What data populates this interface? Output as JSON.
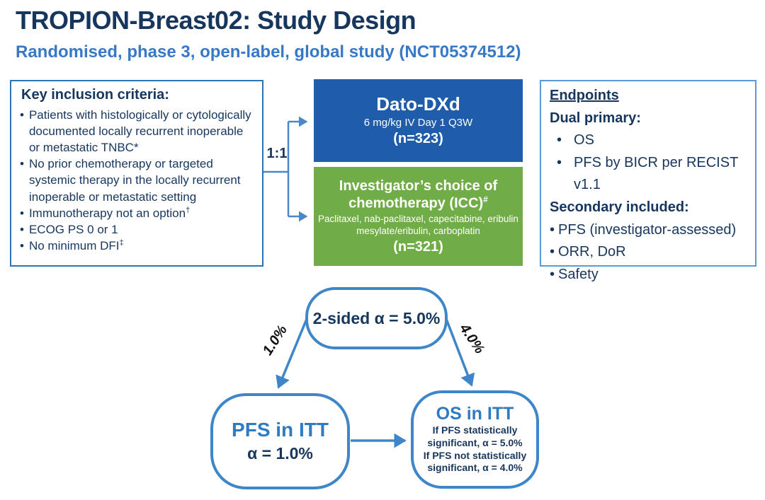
{
  "slide": {
    "title": "TROPION-Breast02: Study Design",
    "subtitle": "Randomised, phase 3, open-label, global study (NCT05374512)"
  },
  "inclusion": {
    "heading": "Key inclusion criteria:",
    "bullet": "•",
    "items": [
      {
        "text": "Patients with histologically or cytologically documented locally recurrent inoperable or metastatic TNBC*",
        "sup": ""
      },
      {
        "text": "No prior chemotherapy or targeted systemic therapy in the locally recurrent inoperable or metastatic setting",
        "sup": ""
      },
      {
        "text": "Immunotherapy not an option",
        "sup": "†"
      },
      {
        "text": "ECOG PS 0 or 1",
        "sup": ""
      },
      {
        "text": "No minimum DFI",
        "sup": "‡"
      }
    ]
  },
  "randomisation": {
    "ratio_label": "1:1"
  },
  "arms": {
    "dato": {
      "name": "Dato-DXd",
      "dose": "6 mg/kg IV Day 1 Q3W",
      "n": "(n=323)",
      "fill_color": "#1F5CA9"
    },
    "icc": {
      "name": "Investigator’s choice of chemotherapy (ICC)",
      "name_sup": "#",
      "drugs": "Paclitaxel, nab-paclitaxel, capecitabine, eribulin mesylate/eribulin, carboplatin",
      "n": "(n=321)",
      "fill_color": "#70AD47"
    }
  },
  "endpoints": {
    "heading": "Endpoints",
    "bullet": "•",
    "dual_primary_heading": "Dual primary:",
    "dual_primary_items": [
      "OS",
      "PFS by BICR per RECIST v1.1"
    ],
    "secondary_heading": "Secondary included:",
    "secondary_items": [
      "PFS (investigator-assessed)",
      "ORR, DoR",
      "Safety"
    ]
  },
  "alpha_diagram": {
    "top_box_label": "2-sided α = 5.0%",
    "left_arrow_label": "1.0%",
    "right_arrow_label": "4.0%",
    "pfs_box": {
      "title": "PFS in ITT",
      "alpha": "α = 1.0%"
    },
    "os_box": {
      "title": "OS in ITT",
      "line1": "If PFS statistically significant, α = 5.0%",
      "line2": "If PFS not statistically significant, α = 4.0%"
    }
  },
  "colors": {
    "title_navy": "#17365D",
    "subtitle_blue": "#3579C8",
    "dato_arm_blue": "#1F5CA9",
    "icc_arm_green": "#70AD47",
    "panel_border_blue": "#2E74B5",
    "endpoints_border_blue": "#5B9BD5",
    "diagram_border_blue": "#3E86C9",
    "diagram_heading_blue": "#2F7BC3",
    "connector_blue": "#4A86C8",
    "arrow_label_black": "#101010"
  }
}
